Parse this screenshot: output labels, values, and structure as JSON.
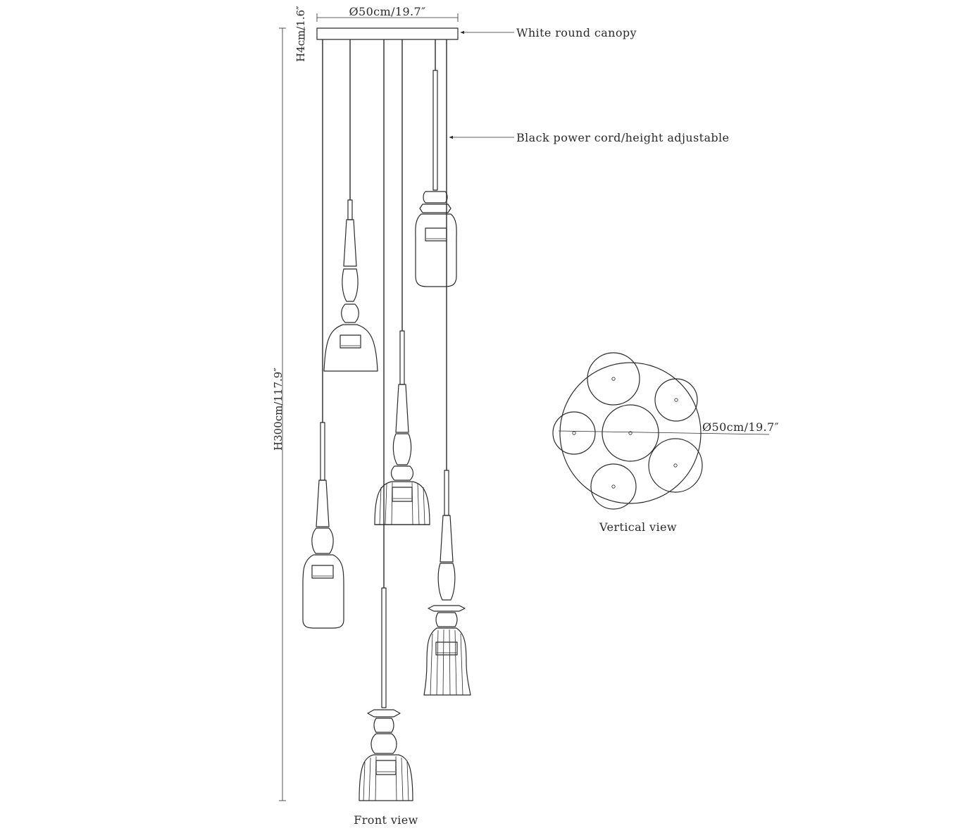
{
  "front_view": {
    "caption": "Front view",
    "canopy_width": "Ø50cm/19.7″",
    "canopy_height": "H4cm/1.6″",
    "total_height": "H300cm/117.9″",
    "callout_canopy": "White round canopy",
    "callout_cord": "Black power cord/height adjustable"
  },
  "vertical_view": {
    "caption": "Vertical view",
    "diameter": "Ø50cm/19.7″"
  }
}
